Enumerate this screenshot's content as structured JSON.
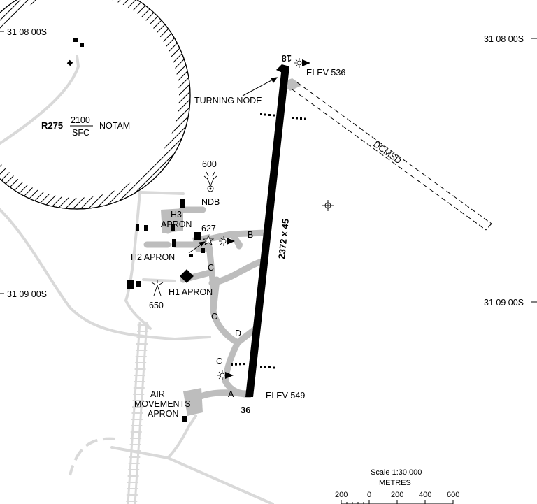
{
  "coords": {
    "lat_top": "31 08 00S",
    "lat_mid": "31 09 00S"
  },
  "runway": {
    "end_north": "18",
    "end_south": "36",
    "dimensions": "2372 x 45",
    "elev_north": "ELEV 536",
    "elev_south": "ELEV 549"
  },
  "restricted_area": {
    "id": "R275",
    "upper": "2100",
    "lower": "SFC",
    "note": "NOTAM"
  },
  "labels": {
    "turning_node": "TURNING NODE",
    "dcmsd": "DCMSD",
    "ndb": "NDB",
    "ndb_height": "600",
    "h3_line1": "H3",
    "h3_line2": "APRON",
    "h2": "H2 APRON",
    "h1": "H1 APRON",
    "obstacle_627": "627",
    "obstacle_650": "650",
    "air_mov_line1": "AIR",
    "air_mov_line2": "MOVEMENTS",
    "air_mov_line3": "APRON"
  },
  "taxiways": {
    "a": "A",
    "b": "B",
    "c1": "C",
    "c2": "C",
    "c3": "C",
    "d": "D"
  },
  "scale": {
    "title": "Scale 1:30,000",
    "unit": "METRES",
    "ticks": [
      "200",
      "0",
      "200",
      "400",
      "600"
    ]
  },
  "colors": {
    "taxiway": "#bdbdbd",
    "roads": "#d9d9d9",
    "runway": "#000000"
  }
}
